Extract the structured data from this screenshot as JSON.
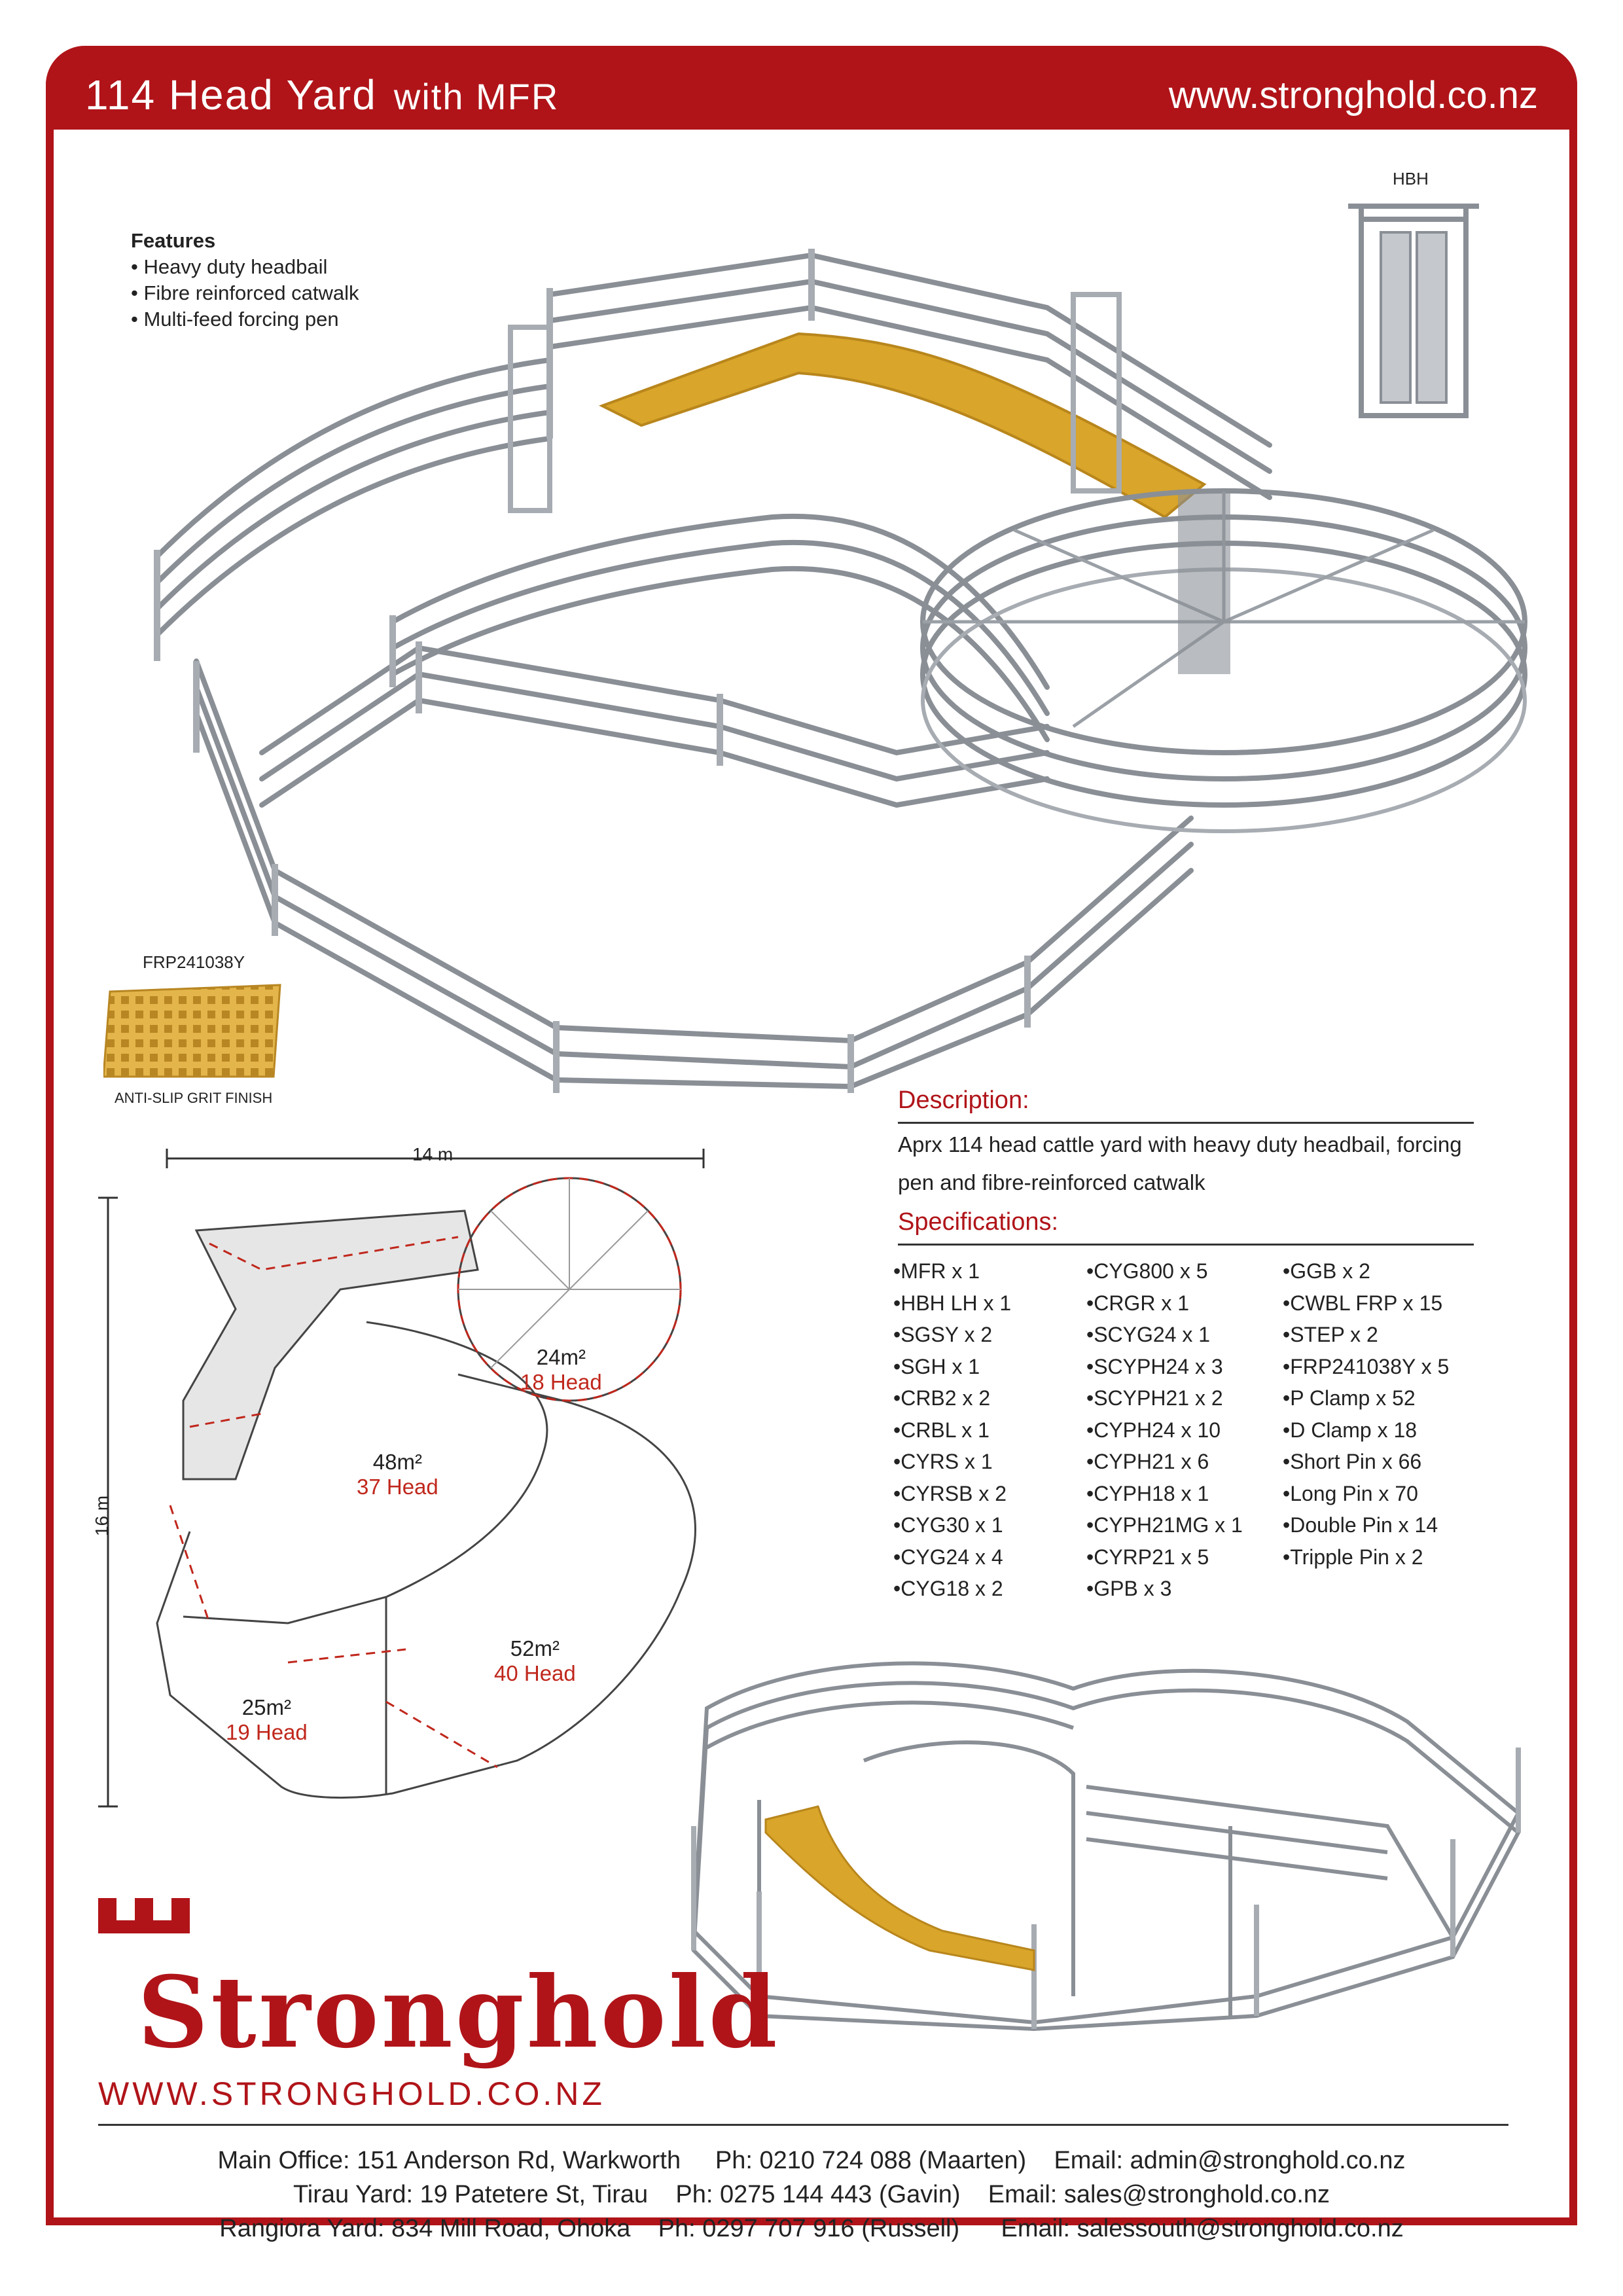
{
  "header": {
    "title": "114 Head Yard",
    "title_suffix": "with MFR",
    "website": "www.stronghold.co.nz"
  },
  "features": {
    "heading": "Features",
    "items": [
      "Heavy duty headbail",
      "Fibre reinforced catwalk",
      "Multi-feed forcing pen"
    ]
  },
  "labels": {
    "hbh": "HBH",
    "frp_code": "FRP241038Y",
    "frp_finish": "ANTI-SLIP  GRIT FINISH"
  },
  "plan": {
    "width_label": "14 m",
    "height_label": "16 m",
    "pens": [
      {
        "area": "24m²",
        "head": "18 Head"
      },
      {
        "area": "48m²",
        "head": "37 Head"
      },
      {
        "area": "52m²",
        "head": "40 Head"
      },
      {
        "area": "25m²",
        "head": "19 Head"
      }
    ]
  },
  "description": {
    "heading": "Description:",
    "text": "Aprx 114 head cattle yard with heavy duty headbail, forcing pen and fibre-reinforced catwalk"
  },
  "specifications": {
    "heading": "Specifications:",
    "col1": [
      "MFR x 1",
      "HBH LH x 1",
      "SGSY x 2",
      "SGH x 1",
      "CRB2 x 2",
      "CRBL x 1",
      "CYRS x 1",
      "CYRSB x 2",
      "CYG30 x 1",
      "CYG24 x 4",
      "CYG18 x 2"
    ],
    "col2": [
      "CYG800 x 5",
      "CRGR x 1",
      "SCYG24 x 1",
      "SCYPH24 x 3",
      "SCYPH21 x 2",
      "CYPH24 x 10",
      "CYPH21 x 6",
      "CYPH18 x 1",
      "CYPH21MG x 1",
      "CYRP21 x 5",
      "GPB x 3"
    ],
    "col3": [
      "GGB x 2",
      "CWBL FRP x 15",
      "STEP x 2",
      "FRP241038Y x 5",
      "P Clamp x 52",
      "D Clamp x 18",
      "Short Pin x 66",
      "Long Pin x 70",
      "Double Pin x 14",
      "Tripple Pin x 2"
    ]
  },
  "branding": {
    "logo_word": "Stronghold",
    "url": "WWW.STRONGHOLD.CO.NZ"
  },
  "contacts": [
    {
      "name": "Main Office:",
      "address": "151 Anderson Rd, Warkworth",
      "phone": "Ph: 0210 724 088 (Maarten)",
      "email": "Email: admin@stronghold.co.nz"
    },
    {
      "name": "Tirau Yard:",
      "address": "19 Patetere St, Tirau",
      "phone": "Ph: 0275 144 443 (Gavin)",
      "email": "Email: sales@stronghold.co.nz"
    },
    {
      "name": "Rangiora Yard:",
      "address": "834 Mill Road, Ohoka",
      "phone": "Ph: 0297 707 916 (Russell)",
      "email": "Email: salessouth@stronghold.co.nz"
    }
  ],
  "colors": {
    "brand_red": "#b01419",
    "catwalk_yellow": "#d9a52a",
    "rail_grey": "#8a8f96"
  }
}
